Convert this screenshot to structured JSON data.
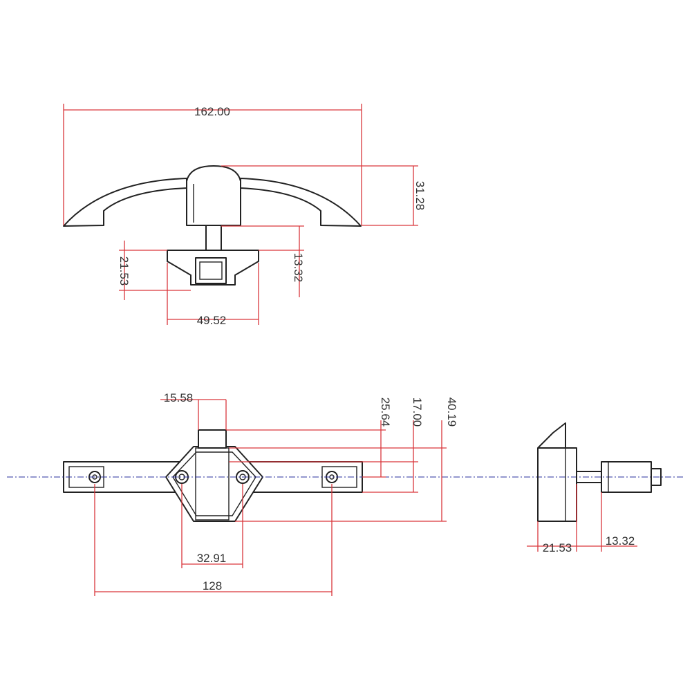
{
  "colors": {
    "part_outline": "#222222",
    "dimension_line": "#d9363b",
    "center_line": "#2a2f9e",
    "background": "#ffffff"
  },
  "top_view": {
    "overall_width": "162.00",
    "overall_height": "31.28",
    "latch_depth": "21.53",
    "latch_height": "13.32",
    "latch_width": "49.52"
  },
  "front_view": {
    "button_width": "15.58",
    "dim_25_64": "25.64",
    "dim_17_00": "17.00",
    "dim_40_19": "40.19",
    "screw_spacing": "32.91",
    "hole_spacing": "128"
  },
  "side_view": {
    "body_depth": "21.53",
    "spindle_length": "13.32"
  }
}
